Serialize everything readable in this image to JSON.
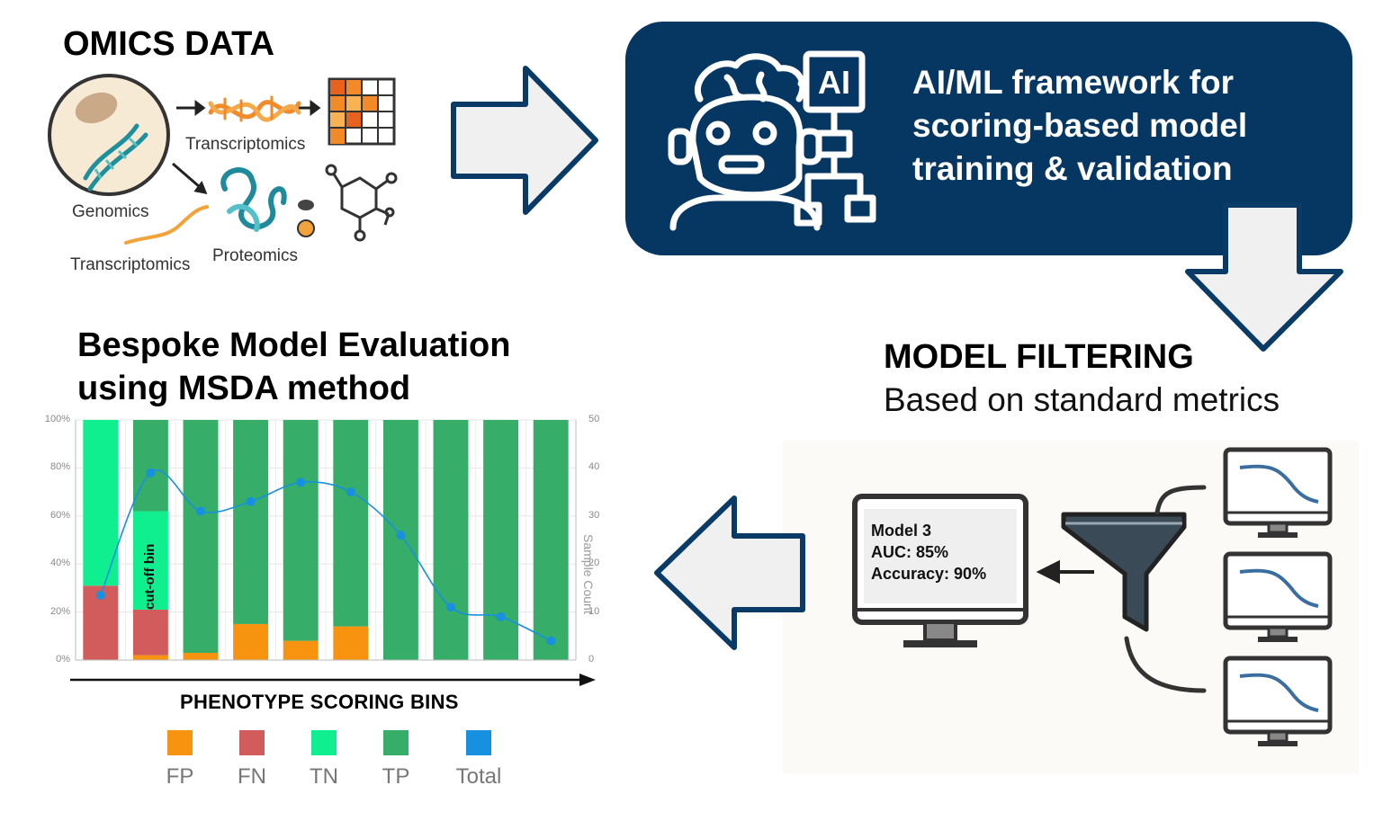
{
  "omics": {
    "title": "OMICS DATA",
    "labels": {
      "transcriptomics_top": "Transcriptomics",
      "genomics": "Genomics",
      "transcriptomics_bottom": "Transcriptomics",
      "proteomics": "Proteomics"
    }
  },
  "ai_framework": {
    "line1": "AI/ML framework for",
    "line2": "scoring-based model",
    "line3": "training & validation",
    "icon_text": "AI"
  },
  "model_filtering": {
    "title": "MODEL FILTERING",
    "subtitle": "Based on standard metrics",
    "model_card": {
      "line1": "Model 3",
      "line2": "AUC: 85%",
      "line3": "Accuracy: 90%"
    }
  },
  "evaluation": {
    "title_line1": "Bespoke Model Evaluation",
    "title_line2": "using MSDA method"
  },
  "colors": {
    "navy": "#063763",
    "arrow_fill": "#f0f0f0",
    "arrow_stroke": "#0a3a66",
    "FP": "#f7930f",
    "FN": "#d25b5b",
    "TN": "#10ef8f",
    "TP": "#36ad68",
    "Total": "#1890e0"
  },
  "chart_data": {
    "type": "bar",
    "stacked": true,
    "xlabel": "PHENOTYPE  SCORING BINS",
    "ylabel_left": "",
    "ylabel_right": "Sample Count",
    "ylim_left": [
      0,
      100
    ],
    "ylim_right": [
      0,
      50
    ],
    "yticks_left": [
      "0%",
      "20%",
      "40%",
      "60%",
      "80%",
      "100%"
    ],
    "yticks_right": [
      "0",
      "10",
      "20",
      "30",
      "40",
      "50"
    ],
    "annotation": "cut-off bin",
    "annotation_bin": 1,
    "grid": true,
    "legend_placement": "bottom",
    "bins": 10,
    "series": [
      {
        "name": "FP",
        "values": [
          0,
          2,
          3,
          15,
          8,
          14,
          0,
          0,
          0,
          0
        ]
      },
      {
        "name": "FN",
        "values": [
          31,
          19,
          0,
          0,
          0,
          0,
          0,
          0,
          0,
          0
        ]
      },
      {
        "name": "TN",
        "values": [
          69,
          41,
          0,
          0,
          0,
          0,
          0,
          0,
          0,
          0
        ]
      },
      {
        "name": "TP",
        "values": [
          0,
          38,
          97,
          85,
          92,
          86,
          100,
          100,
          100,
          100
        ]
      }
    ],
    "line_series": {
      "name": "Total",
      "values": [
        13.5,
        39,
        31,
        33,
        37,
        35,
        26,
        11,
        9,
        4
      ]
    }
  }
}
